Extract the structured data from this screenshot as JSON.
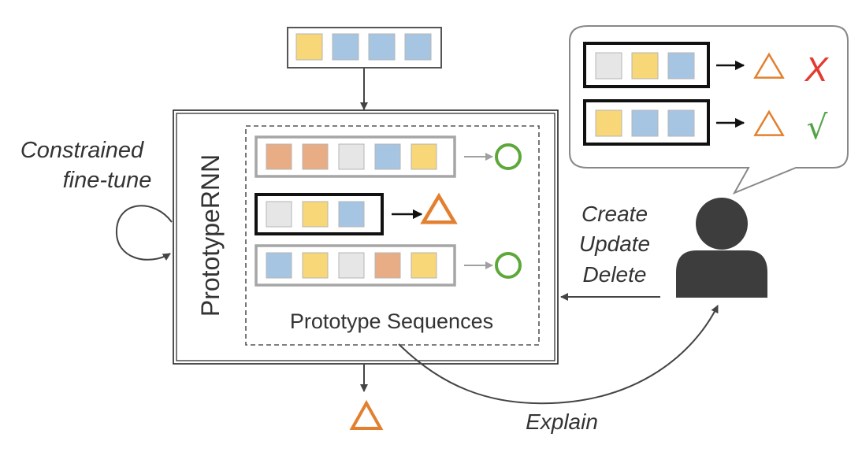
{
  "labels": {
    "model_name": "PrototypeRNN",
    "prototype_sequences": "Prototype Sequences",
    "constrained_line1": "Constrained",
    "constrained_line2": "fine-tune",
    "create": "Create",
    "update": "Update",
    "delete": "Delete",
    "explain": "Explain",
    "wrong_mark": "X",
    "right_mark": "√"
  },
  "colors": {
    "orange_cell": "#e9ad85",
    "gray_cell": "#e6e6e6",
    "blue_cell": "#a6c5e3",
    "yellow_cell": "#f7d778",
    "triangle": "#e2802f",
    "circle": "#5da839",
    "person": "#3d3d3d",
    "wrong": "#e53a2f",
    "right": "#52a547"
  },
  "input_sequence": [
    "yellow",
    "blue",
    "blue",
    "blue"
  ],
  "prototypes": [
    {
      "cells": [
        "orange",
        "orange",
        "gray",
        "blue",
        "yellow"
      ],
      "output": "circle-icon",
      "highlighted": false
    },
    {
      "cells": [
        "gray",
        "yellow",
        "blue"
      ],
      "output": "triangle-icon",
      "highlighted": true
    },
    {
      "cells": [
        "blue",
        "yellow",
        "gray",
        "orange",
        "yellow"
      ],
      "output": "circle-icon",
      "highlighted": false
    }
  ],
  "feedback": [
    {
      "cells": [
        "gray",
        "yellow",
        "blue"
      ],
      "output": "triangle-icon",
      "verdict": "wrong"
    },
    {
      "cells": [
        "yellow",
        "blue",
        "blue"
      ],
      "output": "triangle-icon",
      "verdict": "right"
    }
  ],
  "icons": [
    "person-icon",
    "triangle-icon",
    "circle-icon"
  ]
}
